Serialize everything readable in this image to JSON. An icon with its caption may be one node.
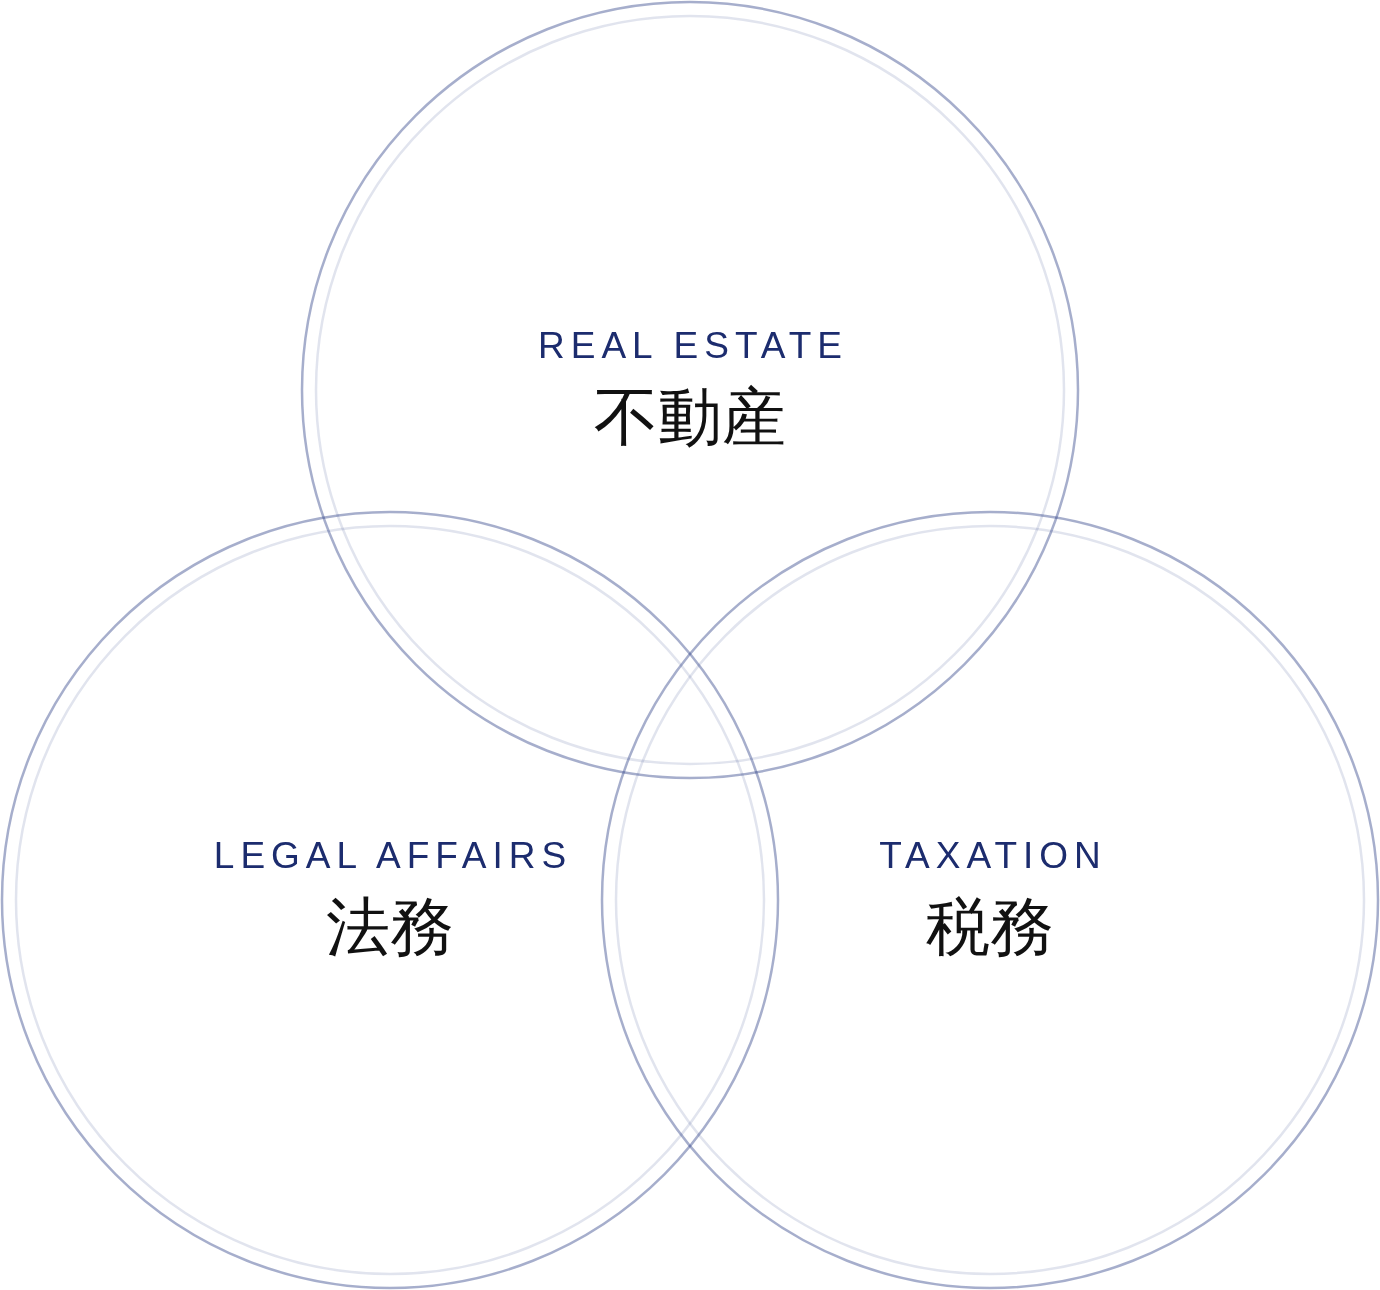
{
  "diagram": {
    "nodes": [
      {
        "text": [
          "REAL ESTATE",
          "不動産"
        ]
      },
      {
        "text": [
          "LEGAL AFFAIRS",
          "法務"
        ]
      },
      {
        "text": [
          "TAXATION",
          "税務"
        ]
      }
    ]
  }
}
